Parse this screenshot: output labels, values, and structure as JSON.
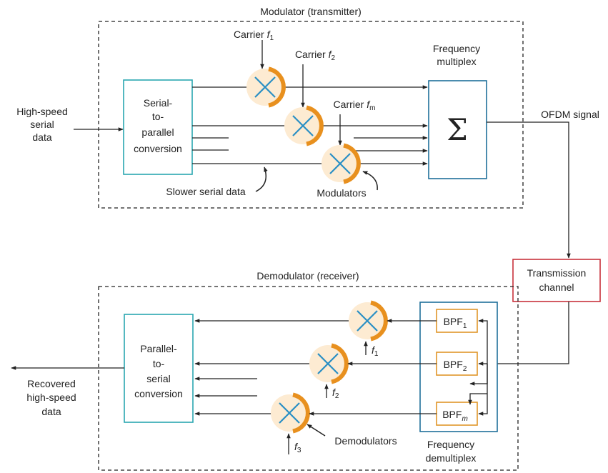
{
  "modulator": {
    "title": "Modulator (transmitter)",
    "input_label": [
      "High-speed",
      "serial",
      "data"
    ],
    "serial_to_parallel": [
      "Serial-",
      "to-",
      "parallel",
      "conversion"
    ],
    "carriers": [
      {
        "text": "Carrier ",
        "sym": "f",
        "sub": "1"
      },
      {
        "text": "Carrier ",
        "sym": "f",
        "sub": "2"
      },
      {
        "text": "Carrier ",
        "sym": "f",
        "sub": "m"
      }
    ],
    "multiplex_label": [
      "Frequency",
      "multiplex"
    ],
    "sum_symbol": "Σ",
    "slower_serial_label": "Slower serial data",
    "modulators_label": "Modulators",
    "output_label": "OFDM signal"
  },
  "channel": {
    "label": [
      "Transmission",
      "channel"
    ]
  },
  "demodulator": {
    "title": "Demodulator (receiver)",
    "filters": [
      {
        "text": "BPF",
        "sub": "1"
      },
      {
        "text": "BPF",
        "sub": "2"
      },
      {
        "text": "BPF",
        "sub": "m"
      }
    ],
    "demultiplex_label": [
      "Frequency",
      "demultiplex"
    ],
    "freqs": [
      {
        "sym": "f",
        "sub": "1"
      },
      {
        "sym": "f",
        "sub": "2"
      },
      {
        "sym": "f",
        "sub": "3"
      }
    ],
    "demodulators_label": "Demodulators",
    "parallel_to_serial": [
      "Parallel-",
      "to-",
      "serial",
      "conversion"
    ],
    "output_label": [
      "Recovered",
      "high-speed",
      "data"
    ]
  },
  "colors": {
    "box_teal": "#2aa6b0",
    "box_blue": "#1f6f9a",
    "channel_red": "#c8323c",
    "bpf_orange": "#e0962a",
    "mixer_fill": "#fdebd2",
    "mixer_arc": "#e8901e",
    "mixer_x": "#2a8fc4",
    "line": "#222222"
  }
}
